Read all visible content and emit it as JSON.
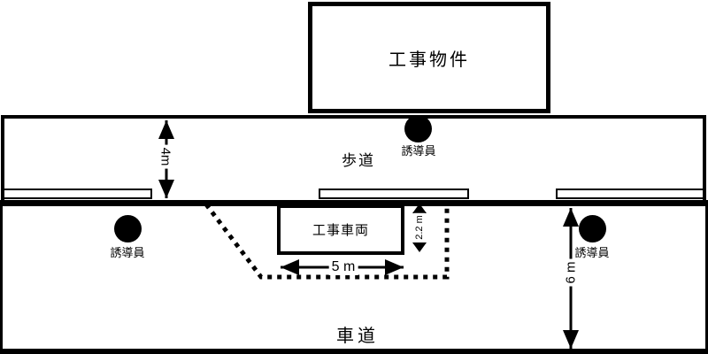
{
  "diagram": {
    "title_hint": "construction-site traffic control plan",
    "building": {
      "label": "工事物件"
    },
    "sidewalk": {
      "label": "歩道",
      "width_dim": "4m"
    },
    "road": {
      "label": "車道",
      "width_dim": "6 m"
    },
    "work_zone": {
      "vehicle_label": "工事車両",
      "length_dim": "5 m",
      "width_dim": "2.2 m"
    },
    "flaggers": [
      {
        "label": "誘導員"
      },
      {
        "label": "誘導員"
      },
      {
        "label": "誘導員"
      }
    ],
    "colors": {
      "ink": "#000000",
      "background": "#ffffff"
    }
  }
}
